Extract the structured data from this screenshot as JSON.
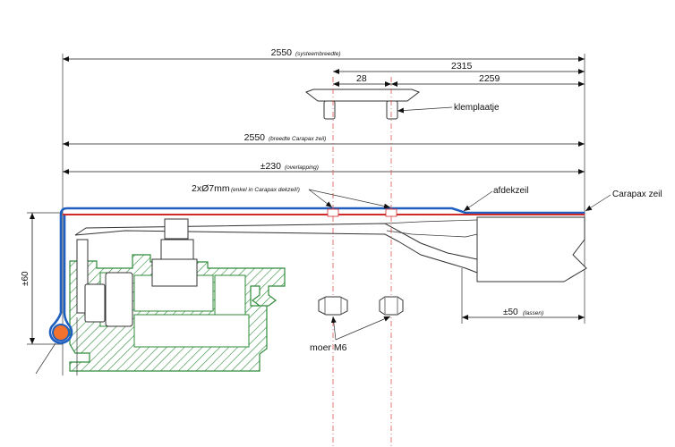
{
  "diagram": {
    "dimensions": {
      "system_width_value": "2550",
      "system_width_note": "(systeembreedte)",
      "dim_2315": "2315",
      "dim_28": "28",
      "dim_2259": "2259",
      "carapax_width_value": "2550",
      "carapax_width_note": "(breedte Carapax zeil)",
      "overlap_value": "±230",
      "overlap_note": "(overlapping)",
      "height_value": "±60",
      "weld_value": "±50",
      "weld_note": "(lassen)"
    },
    "labels": {
      "klemplaatje": "klemplaatje",
      "holes_main": "2xØ7mm",
      "holes_note": "(enkel in Carapax dekzeil!)",
      "afdekzeil": "afdekzeil",
      "carapax_zeil": "Carapax zeil",
      "moer": "moer M6"
    },
    "colors": {
      "carapax_line": "#1f5fbf",
      "afdekzeil_line": "#d12a2a",
      "hatch": "#2e8b3a",
      "rope": "#f0722e"
    }
  }
}
